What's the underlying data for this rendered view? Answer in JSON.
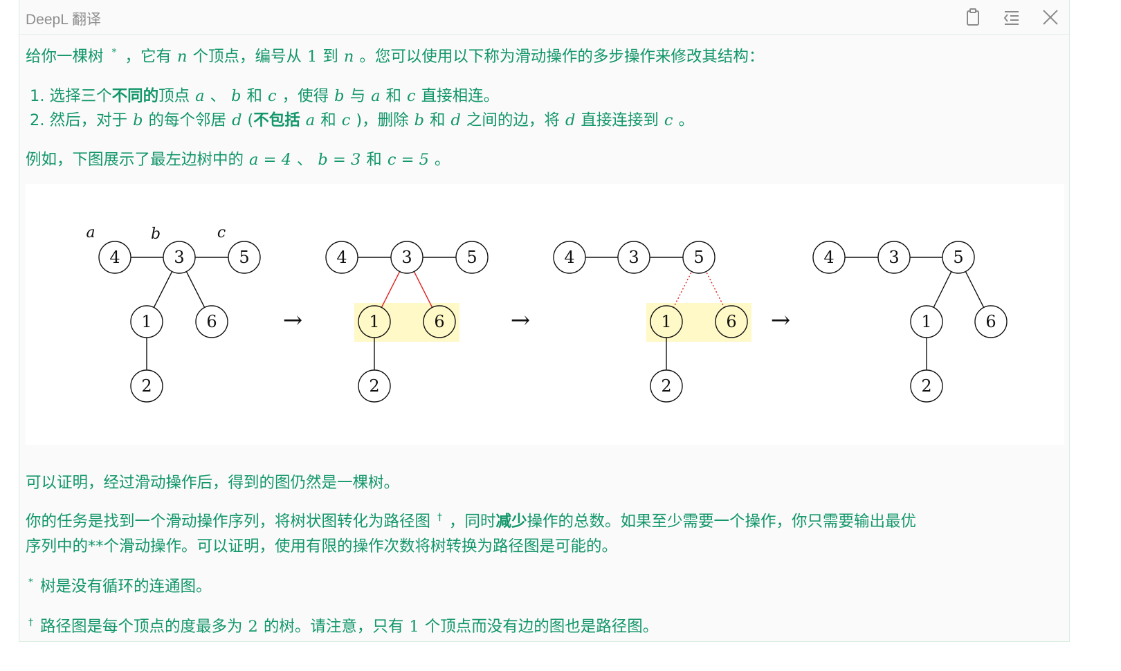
{
  "app_title": "DeepL 翻译",
  "icons": {
    "copy": "clipboard-icon",
    "menu": "align-menu-icon",
    "close": "close-icon"
  },
  "colors": {
    "text": "#12966a",
    "highlight": "#fff8c7",
    "red": "#e02020"
  },
  "para1": {
    "a": "给你一棵树",
    "star": "*",
    "b": "，它有",
    "n": "n",
    "c": "个顶点，编号从",
    "one": "1",
    "d": "到",
    "n2": "n",
    "e": "。您可以使用以下称为滑动操作的多步操作来修改其结构："
  },
  "step1": {
    "num": "1.",
    "a": "选择三个",
    "bold": "不同的",
    "b": "顶点",
    "va": "a",
    "sep": "、",
    "vb": "b",
    "and": "和",
    "vc": "c",
    "c": "，使得",
    "vb2": "b",
    "with": "与",
    "va2": "a",
    "and2": "和",
    "vc2": "c",
    "d": "直接相连。"
  },
  "step2": {
    "num": "2.",
    "a": "然后，对于",
    "vb": "b",
    "b": "的每个邻居",
    "vd": "d",
    "paren_open": "(",
    "bold": "不包括",
    "va": "a",
    "and": "和",
    "vc": "c",
    "c": ")，删除",
    "vb2": "b",
    "and2": "和",
    "vd2": "d",
    "d": "之间的边，将",
    "vd3": "d",
    "e": "直接连接到",
    "vc2": "c",
    "f": "。"
  },
  "example": {
    "a": "例如，下图展示了最左边树中的",
    "eq1": "a = 4",
    "sep": "、",
    "eq2": "b = 3",
    "and": "和",
    "eq3": "c = 5",
    "end": "。"
  },
  "figure": {
    "labels": {
      "a": "a",
      "b": "b",
      "c": "c"
    },
    "arrow": "→",
    "trees": [
      {
        "nodes": [
          [
            "4",
            165,
            372
          ],
          [
            "3",
            258,
            372
          ],
          [
            "5",
            352,
            372
          ],
          [
            "1",
            211,
            465
          ],
          [
            "6",
            305,
            465
          ],
          [
            "2",
            211,
            558
          ]
        ],
        "edges": [
          [
            0,
            1,
            "black"
          ],
          [
            1,
            2,
            "black"
          ],
          [
            1,
            3,
            "black"
          ],
          [
            1,
            4,
            "black"
          ],
          [
            3,
            5,
            "black"
          ]
        ],
        "hl": false,
        "yellow": []
      },
      {
        "nodes": [
          [
            "4",
            493,
            372
          ],
          [
            "3",
            587,
            372
          ],
          [
            "5",
            681,
            372
          ],
          [
            "1",
            540,
            465
          ],
          [
            "6",
            634,
            465
          ],
          [
            "2",
            540,
            558
          ]
        ],
        "edges": [
          [
            0,
            1,
            "black"
          ],
          [
            1,
            2,
            "black"
          ],
          [
            1,
            3,
            "red"
          ],
          [
            1,
            4,
            "red"
          ],
          [
            3,
            5,
            "black"
          ]
        ],
        "hl": [
          511,
          438,
          152,
          56
        ],
        "yellow": [
          3,
          4
        ]
      },
      {
        "nodes": [
          [
            "4",
            822,
            372
          ],
          [
            "3",
            915,
            372
          ],
          [
            "5",
            1009,
            372
          ],
          [
            "1",
            962,
            465
          ],
          [
            "6",
            1056,
            465
          ],
          [
            "2",
            962,
            558
          ]
        ],
        "edges": [
          [
            0,
            1,
            "black"
          ],
          [
            1,
            2,
            "black"
          ],
          [
            2,
            3,
            "dotted"
          ],
          [
            2,
            4,
            "dotted"
          ],
          [
            3,
            5,
            "black"
          ]
        ],
        "hl": [
          933,
          438,
          152,
          56
        ],
        "yellow": [
          3,
          4
        ]
      },
      {
        "nodes": [
          [
            "4",
            1197,
            372
          ],
          [
            "3",
            1291,
            372
          ],
          [
            "5",
            1384,
            372
          ],
          [
            "1",
            1338,
            465
          ],
          [
            "6",
            1431,
            465
          ],
          [
            "2",
            1338,
            558
          ]
        ],
        "edges": [
          [
            0,
            1,
            "black"
          ],
          [
            1,
            2,
            "black"
          ],
          [
            2,
            3,
            "black"
          ],
          [
            2,
            4,
            "black"
          ],
          [
            3,
            5,
            "black"
          ]
        ],
        "hl": false,
        "yellow": []
      }
    ]
  },
  "para2": "可以证明，经过滑动操作后，得到的图仍然是一棵树。",
  "para3": {
    "a": "你的任务是找到一个滑动操作序列，将树状图转化为路径图",
    "dagger": "†",
    "b": "，同时",
    "bold": "减少",
    "c": "操作的总数。如果至少需要一个操作，你只需要输出最优",
    "line2": "序列中的**个滑动操作。可以证明，使用有限的操作次数将树转换为路径图是可能的。"
  },
  "note1": {
    "mark": "*",
    "text": "树是没有循环的连通图。"
  },
  "note2": {
    "mark": "†",
    "a": "路径图是每个顶点的度最多为",
    "two": "2",
    "b": "的树。请注意，只有",
    "one": "1",
    "c": "个顶点而没有边的图也是路径图。"
  }
}
